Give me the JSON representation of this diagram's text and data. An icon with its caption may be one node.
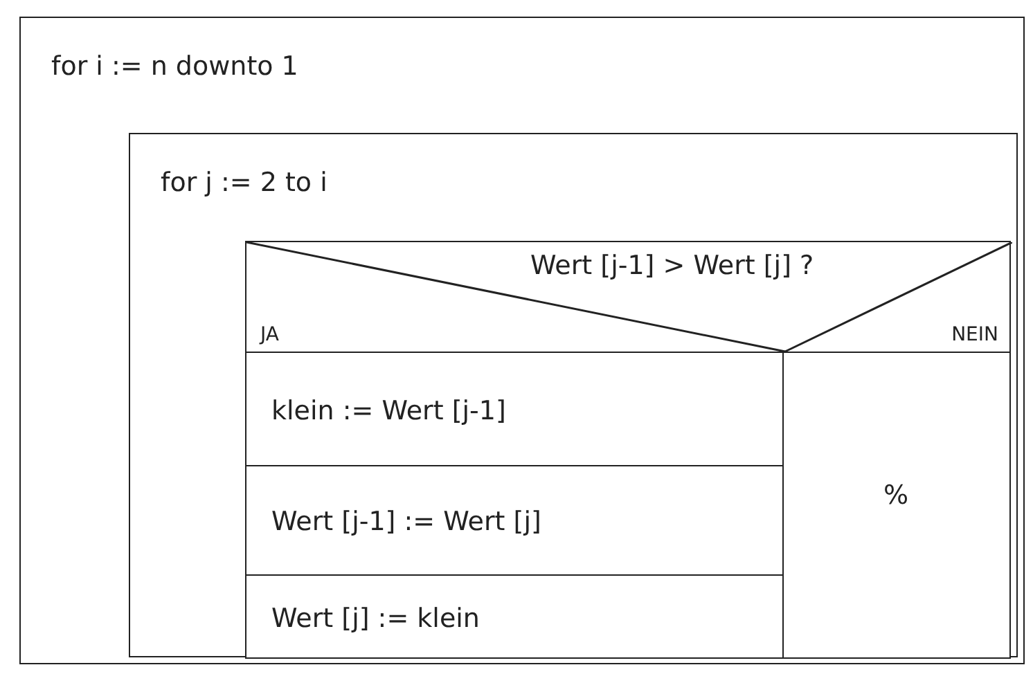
{
  "diagram": {
    "nodes": [
      {
        "text": [
          "for i := n downto 1"
        ]
      },
      {
        "text": [
          "for j := 2 to i"
        ],
        "in": 0
      },
      {
        "text": [
          "Wert [j-1] > Wert [j] ?",
          "JA",
          "NEIN"
        ],
        "in": 1
      },
      {
        "text": [
          "klein := Wert [j-1]"
        ],
        "in": 1
      },
      {
        "text": [
          "Wert [j-1] := Wert [j]"
        ],
        "in": 1
      },
      {
        "text": [
          "Wert [j] := klein"
        ],
        "in": 1
      },
      {
        "text": [
          "%"
        ],
        "in": 1
      }
    ]
  }
}
